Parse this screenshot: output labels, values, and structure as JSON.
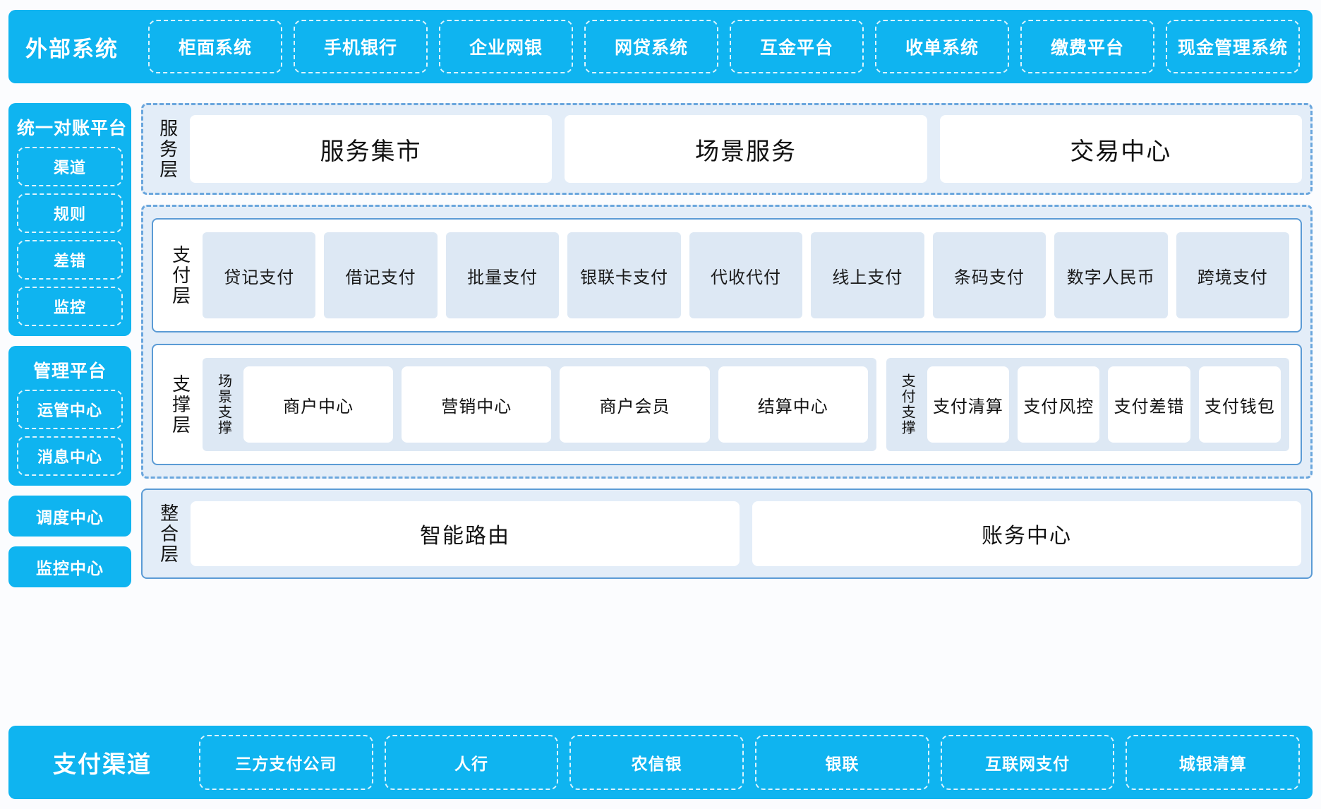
{
  "colors": {
    "cyan": "#0fb4f0",
    "panel_border": "#5b9bd5",
    "dashed_border": "#6aa6dd",
    "light_blue_fill": "#e3edf8",
    "card_fill": "#dde8f4",
    "white": "#ffffff"
  },
  "top_bar": {
    "title": "外部系统",
    "items": [
      "柜面系统",
      "手机银行",
      "企业网银",
      "网贷系统",
      "互金平台",
      "收单系统",
      "缴费平台",
      "现金管理系统"
    ]
  },
  "rail": {
    "reconciliation": {
      "title": "统一对账平台",
      "items": [
        "渠道",
        "规则",
        "差错",
        "监控"
      ]
    },
    "management": {
      "title": "管理平台",
      "items": [
        "运管中心",
        "消息中心"
      ]
    },
    "standalone": [
      "调度中心",
      "监控中心"
    ]
  },
  "service_layer": {
    "label": "服务层",
    "cards": [
      "服务集市",
      "场景服务",
      "交易中心"
    ]
  },
  "payment_layer": {
    "label": "支付层",
    "cards": [
      "贷记支付",
      "借记支付",
      "批量支付",
      "银联卡支付",
      "代收代付",
      "线上支付",
      "条码支付",
      "数字人民币",
      "跨境支付"
    ]
  },
  "support_layer": {
    "label": "支撑层",
    "groups": [
      {
        "label": "场景支撑",
        "cards": [
          "商户中心",
          "营销中心",
          "商户会员",
          "结算中心"
        ]
      },
      {
        "label": "支付支撑",
        "cards": [
          "支付清算",
          "支付风控",
          "支付差错",
          "支付钱包"
        ]
      }
    ]
  },
  "integration_layer": {
    "label": "整合层",
    "cards": [
      "智能路由",
      "账务中心"
    ]
  },
  "bottom_bar": {
    "title": "支付渠道",
    "items": [
      "三方支付公司",
      "人行",
      "农信银",
      "银联",
      "互联网支付",
      "城银清算"
    ]
  }
}
